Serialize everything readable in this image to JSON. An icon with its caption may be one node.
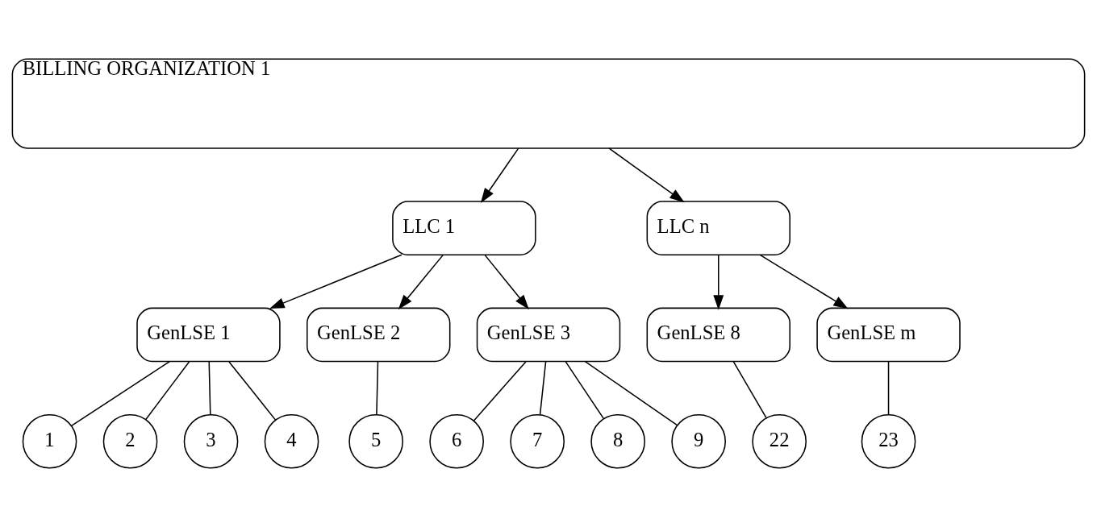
{
  "diagram": {
    "nodes": [
      {
        "text": [
          "BILLING ORGANIZATION 1"
        ]
      },
      {
        "text": [
          "LLC 1"
        ]
      },
      {
        "text": [
          "LLC n"
        ]
      },
      {
        "text": [
          "GenLSE 1"
        ]
      },
      {
        "text": [
          "GenLSE 2"
        ]
      },
      {
        "text": [
          "GenLSE 3"
        ]
      },
      {
        "text": [
          "GenLSE 8"
        ]
      },
      {
        "text": [
          "GenLSE m"
        ]
      },
      {
        "text": [
          "1"
        ]
      },
      {
        "text": [
          "2"
        ]
      },
      {
        "text": [
          "3"
        ]
      },
      {
        "text": [
          "4"
        ]
      },
      {
        "text": [
          "5"
        ]
      },
      {
        "text": [
          "6"
        ]
      },
      {
        "text": [
          "7"
        ]
      },
      {
        "text": [
          "8"
        ]
      },
      {
        "text": [
          "9"
        ]
      },
      {
        "text": [
          "22"
        ]
      },
      {
        "text": [
          "23"
        ]
      }
    ],
    "edges": [
      {
        "from": 0,
        "to": 1,
        "arrow": "to"
      },
      {
        "from": 0,
        "to": 2,
        "arrow": "to"
      },
      {
        "from": 1,
        "to": 3,
        "arrow": "to"
      },
      {
        "from": 1,
        "to": 4,
        "arrow": "to"
      },
      {
        "from": 1,
        "to": 5,
        "arrow": "to"
      },
      {
        "from": 2,
        "to": 6,
        "arrow": "to"
      },
      {
        "from": 2,
        "to": 7,
        "arrow": "to"
      },
      {
        "from": 3,
        "to": 8,
        "arrow": "none"
      },
      {
        "from": 3,
        "to": 9,
        "arrow": "none"
      },
      {
        "from": 3,
        "to": 10,
        "arrow": "none"
      },
      {
        "from": 3,
        "to": 11,
        "arrow": "none"
      },
      {
        "from": 4,
        "to": 12,
        "arrow": "none"
      },
      {
        "from": 5,
        "to": 13,
        "arrow": "none"
      },
      {
        "from": 5,
        "to": 14,
        "arrow": "none"
      },
      {
        "from": 5,
        "to": 15,
        "arrow": "none"
      },
      {
        "from": 5,
        "to": 16,
        "arrow": "none"
      },
      {
        "from": 6,
        "to": 17,
        "arrow": "none"
      },
      {
        "from": 7,
        "to": 18,
        "arrow": "none"
      }
    ]
  }
}
